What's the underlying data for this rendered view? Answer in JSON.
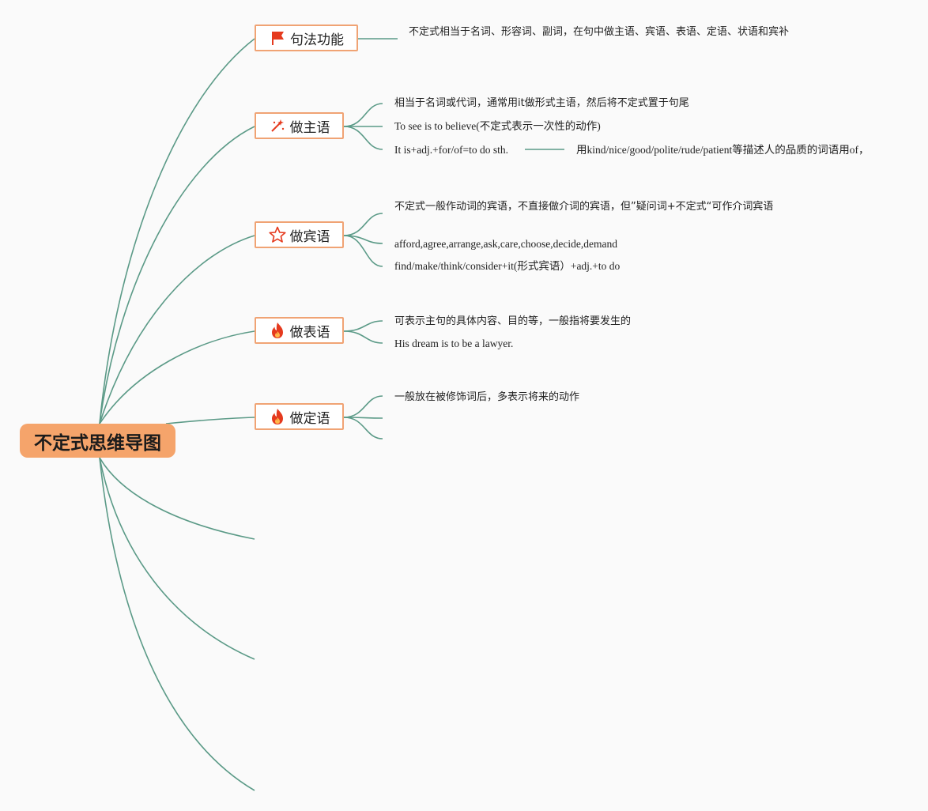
{
  "root": {
    "label": "不定式思维导图"
  },
  "branches": [
    {
      "label": "句法功能",
      "icon": "red-flag-icon",
      "leaves": [
        "不定式相当于名词、形容词、副词，在句中做主语、宾语、表语、定语、状语和宾补"
      ]
    },
    {
      "label": "做主语",
      "icon": "magic-wand-icon",
      "leaves": [
        "相当于名词或代词，通常用it做形式主语，然后将不定式置于句尾",
        "To see is to believe(不定式表示一次性的动作)",
        "It is+adj.+for/of=to do sth."
      ],
      "subleaf": "用kind/nice/good/polite/rude/patient等描述人的品质的词语用of，"
    },
    {
      "label": "做宾语",
      "icon": "star-outline-icon",
      "leaves": [
        "不定式一般作动词的宾语，不直接做介词的宾语，但”疑问词+不定式“可作介词宾语",
        "afford,agree,arrange,ask,care,choose,decide,demand",
        "find/make/think/consider+it(形式宾语）+adj.+to do"
      ]
    },
    {
      "label": "做表语",
      "icon": "fire-icon",
      "leaves": [
        "可表示主句的具体内容、目的等，一般指将要发生的",
        "His dream is to be a lawyer."
      ]
    },
    {
      "label": "做定语",
      "icon": "fire-icon",
      "leaves": [
        "一般放在被修饰词后，多表示将来的动作",
        "",
        ""
      ]
    }
  ],
  "colors": {
    "line": "#5b9a87",
    "root_fill": "#f5a46b",
    "branch_border": "#f0a374",
    "icon_red": "#e53a1e"
  }
}
